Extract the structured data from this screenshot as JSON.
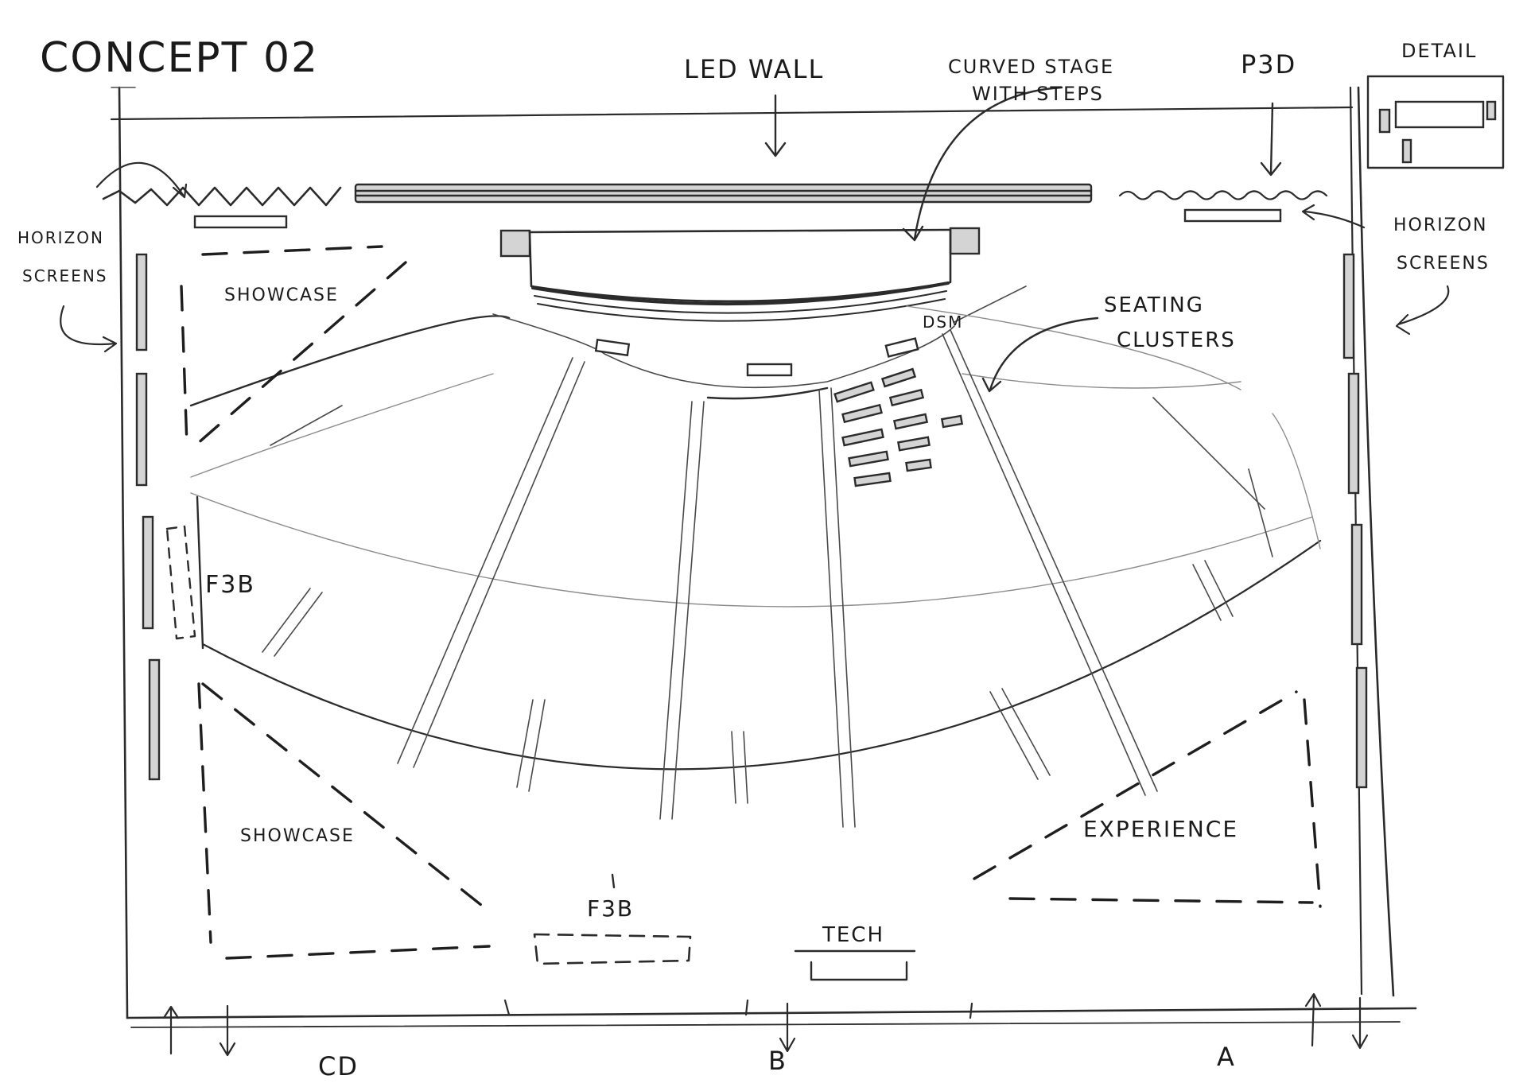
{
  "title": "CONCEPT 02",
  "labels": {
    "led_wall": "LED WALL",
    "curved_stage_line1": "CURVED STAGE",
    "curved_stage_line2": "WITH STEPS",
    "p_and_d": "P3D",
    "detail": "DETAIL",
    "horizon_screens_left_line1": "HORIZON",
    "horizon_screens_left_line2": "SCREENS",
    "horizon_screens_right_line1": "HORIZON",
    "horizon_screens_right_line2": "SCREENS",
    "showcase_top": "SHOWCASE",
    "dsm": "DSM",
    "seating_clusters_line1": "SEATING",
    "seating_clusters_line2": "CLUSTERS",
    "f_and_b_side": "F3B",
    "showcase_bottom": "SHOWCASE",
    "experience": "EXPERIENCE",
    "f_and_b_bottom": "F3B",
    "tech": "TECH",
    "entry_cd": "CD",
    "entry_b": "B",
    "entry_a": "A"
  },
  "colors": {
    "ink": "#2b2b2b",
    "paper": "#ffffff"
  }
}
